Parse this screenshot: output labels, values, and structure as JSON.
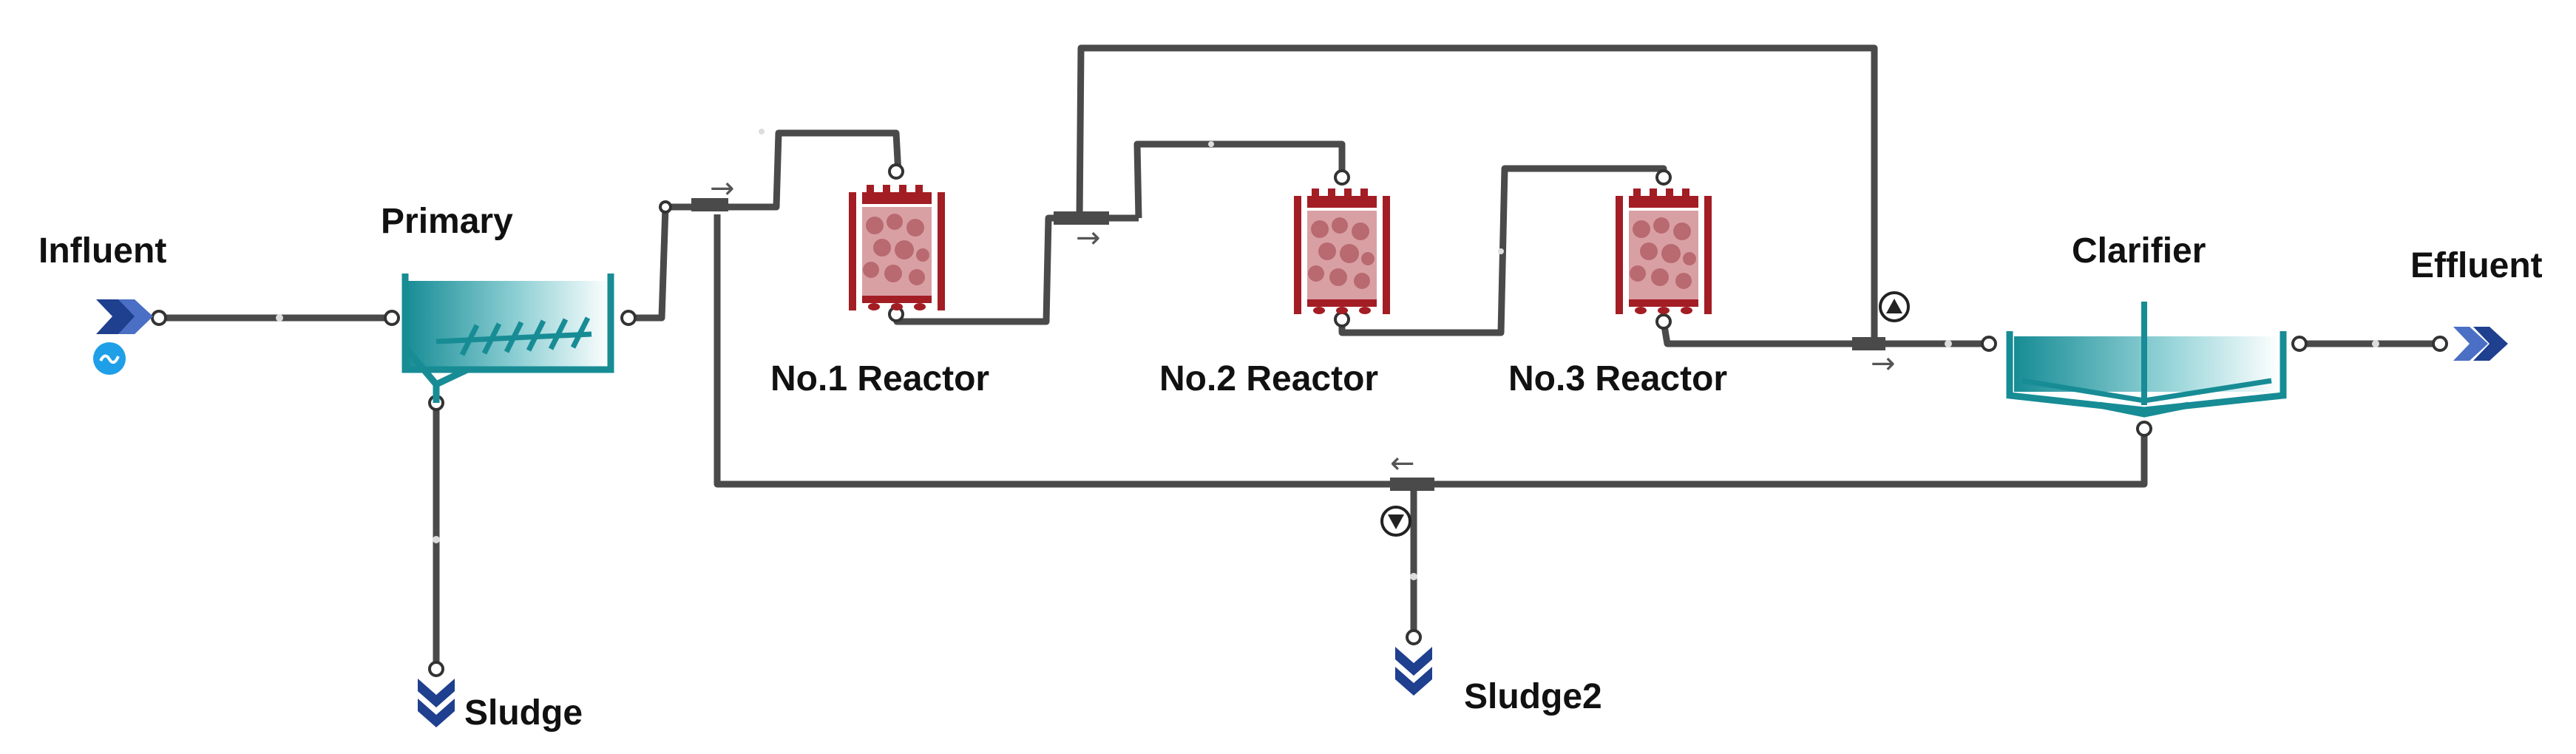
{
  "labels": {
    "influent": "Influent",
    "primary": "Primary",
    "reactor1": "No.1 Reactor",
    "reactor2": "No.2 Reactor",
    "reactor3": "No.3 Reactor",
    "clarifier": "Clarifier",
    "effluent": "Effluent",
    "sludge": "Sludge",
    "sludge2": "Sludge2"
  },
  "colors": {
    "pipe": "#4a4a4a",
    "reactor": "#a31d24",
    "reactor_fill": "#d9a0a4",
    "tank": "#178c95",
    "tank_light": "#cfeef0",
    "flow_node": "#1f3f8f",
    "influent_sine": "#1e9fe8"
  },
  "icons": {
    "influent": "influent-chevron-icon",
    "effluent": "effluent-chevron-icon",
    "sludge": "sludge-chevron-icon",
    "sludge2": "sludge2-chevron-icon",
    "pump_up": "pump-up-icon",
    "pump_down": "pump-down-icon"
  }
}
